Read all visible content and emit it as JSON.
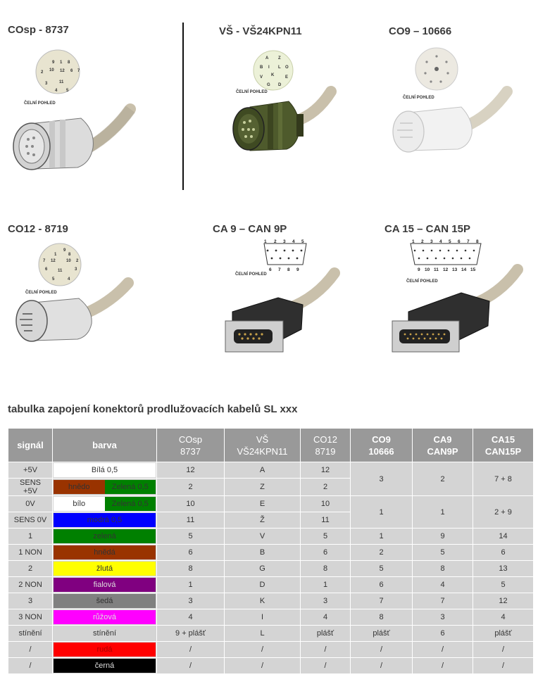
{
  "connectors": [
    {
      "id": "cosp",
      "title": "COsp - 8737",
      "face_label": "ČELNÍ POHLED",
      "pins": [
        "1",
        "2",
        "3",
        "4",
        "5",
        "6",
        "7",
        "8",
        "9",
        "10",
        "11",
        "12"
      ]
    },
    {
      "id": "vs",
      "title": "VŠ - VŠ24KPN11",
      "face_label": "ČELNÍ POHLED",
      "pins": [
        "A",
        "Z",
        "B",
        "I",
        "L",
        "K",
        "V",
        "E",
        "O",
        "G",
        "D"
      ]
    },
    {
      "id": "co9",
      "title": "CO9 – 10666",
      "face_label": "ČELNÍ POHLED"
    },
    {
      "id": "co12",
      "title": "CO12 - 8719",
      "face_label": "ČELNÍ POHLED",
      "pins": [
        "1",
        "2",
        "3",
        "4",
        "5",
        "6",
        "7",
        "8",
        "9",
        "10",
        "11",
        "12"
      ]
    },
    {
      "id": "ca9",
      "title": "CA 9 – CAN 9P",
      "face_label": "ČELNÍ POHLED",
      "pins_top": [
        "1",
        "2",
        "3",
        "4",
        "5"
      ],
      "pins_bottom": [
        "6",
        "7",
        "8",
        "9"
      ]
    },
    {
      "id": "ca15",
      "title": "CA 15 – CAN 15P",
      "face_label": "ČELNÍ POHLED",
      "pins_top": [
        "1",
        "2",
        "3",
        "4",
        "5",
        "6",
        "7",
        "8"
      ],
      "pins_bottom": [
        "9",
        "10",
        "11",
        "12",
        "13",
        "14",
        "15"
      ]
    }
  ],
  "table_title": "tabulka zapojení konektorů prodlužovacích kabelů SL xxx",
  "table": {
    "headers": {
      "signal": "signál",
      "color": "barva",
      "cosp": [
        "COsp",
        "8737"
      ],
      "vs": [
        "VŠ",
        "VŠ24KPN11"
      ],
      "co12": [
        "CO12",
        "8719"
      ],
      "co9": [
        "CO9",
        "10666"
      ],
      "ca9": [
        "CA9",
        "CAN9P"
      ],
      "ca15": [
        "CA15",
        "CAN15P"
      ]
    },
    "rows": [
      {
        "signal": "+5V",
        "colors": [
          {
            "name": "Bílá 0,5",
            "bg": "#ffffff",
            "fg": "#333333"
          }
        ],
        "cosp": "12",
        "vs": "A",
        "co12": "12"
      },
      {
        "signal": "SENS +5V",
        "colors": [
          {
            "name": "hnědo",
            "bg": "#993300",
            "fg": "#333333"
          },
          {
            "name": "Zelená 0,5",
            "bg": "#008000",
            "fg": "#333333"
          }
        ],
        "cosp": "2",
        "vs": "Z",
        "co12": "2"
      },
      {
        "signal": "0V",
        "colors": [
          {
            "name": "bílo",
            "bg": "#ffffff",
            "fg": "#333333"
          },
          {
            "name": "Zelená 0,5",
            "bg": "#008000",
            "fg": "#333333"
          }
        ],
        "cosp": "10",
        "vs": "E",
        "co12": "10"
      },
      {
        "signal": "SENS 0V",
        "colors": [
          {
            "name": "modrá 0,5",
            "bg": "#0000ff",
            "fg": "#333333"
          }
        ],
        "cosp": "11",
        "vs": "Ž",
        "co12": "11"
      },
      {
        "signal": "1",
        "colors": [
          {
            "name": "zelená",
            "bg": "#008000",
            "fg": "#333333"
          }
        ],
        "cosp": "5",
        "vs": "V",
        "co12": "5",
        "co9": "1",
        "ca9": "9",
        "ca15": "14"
      },
      {
        "signal": "1 NON",
        "colors": [
          {
            "name": "hnědá",
            "bg": "#993300",
            "fg": "#333333"
          }
        ],
        "cosp": "6",
        "vs": "B",
        "co12": "6",
        "co9": "2",
        "ca9": "5",
        "ca15": "6"
      },
      {
        "signal": "2",
        "colors": [
          {
            "name": "žlutá",
            "bg": "#ffff00",
            "fg": "#333333"
          }
        ],
        "cosp": "8",
        "vs": "G",
        "co12": "8",
        "co9": "5",
        "ca9": "8",
        "ca15": "13"
      },
      {
        "signal": "2 NON",
        "colors": [
          {
            "name": "fialová",
            "bg": "#800080",
            "fg": "#dddddd"
          }
        ],
        "cosp": "1",
        "vs": "D",
        "co12": "1",
        "co9": "6",
        "ca9": "4",
        "ca15": "5"
      },
      {
        "signal": "3",
        "colors": [
          {
            "name": "šedá",
            "bg": "#808080",
            "fg": "#333333"
          }
        ],
        "cosp": "3",
        "vs": "K",
        "co12": "3",
        "co9": "7",
        "ca9": "7",
        "ca15": "12"
      },
      {
        "signal": "3 NON",
        "colors": [
          {
            "name": "růžová",
            "bg": "#ff00ff",
            "fg": "#dddddd"
          }
        ],
        "cosp": "4",
        "vs": "I",
        "co12": "4",
        "co9": "8",
        "ca9": "3",
        "ca15": "4"
      },
      {
        "signal": "stínění",
        "colors": [
          {
            "name": "stínění",
            "bg": "#d4d4d4",
            "fg": "#333333"
          }
        ],
        "cosp": "9 + plášť",
        "vs": "L",
        "co12": "plášť",
        "co9": "plášť",
        "ca9": "6",
        "ca15": "plášť"
      },
      {
        "signal": "/",
        "colors": [
          {
            "name": "rudá",
            "bg": "#ff0000",
            "fg": "#aa0000"
          }
        ],
        "cosp": "/",
        "vs": "/",
        "co12": "/",
        "co9": "/",
        "ca9": "/",
        "ca15": "/"
      },
      {
        "signal": "/",
        "colors": [
          {
            "name": "černá",
            "bg": "#000000",
            "fg": "#dddddd"
          }
        ],
        "cosp": "/",
        "vs": "/",
        "co12": "/",
        "co9": "/",
        "ca9": "/",
        "ca15": "/"
      }
    ],
    "merged": {
      "co9_top": "3",
      "ca9_top": "2",
      "ca15_top": "7 + 8",
      "co9_mid": "1",
      "ca9_mid": "1",
      "ca15_mid": "2 + 9"
    }
  }
}
